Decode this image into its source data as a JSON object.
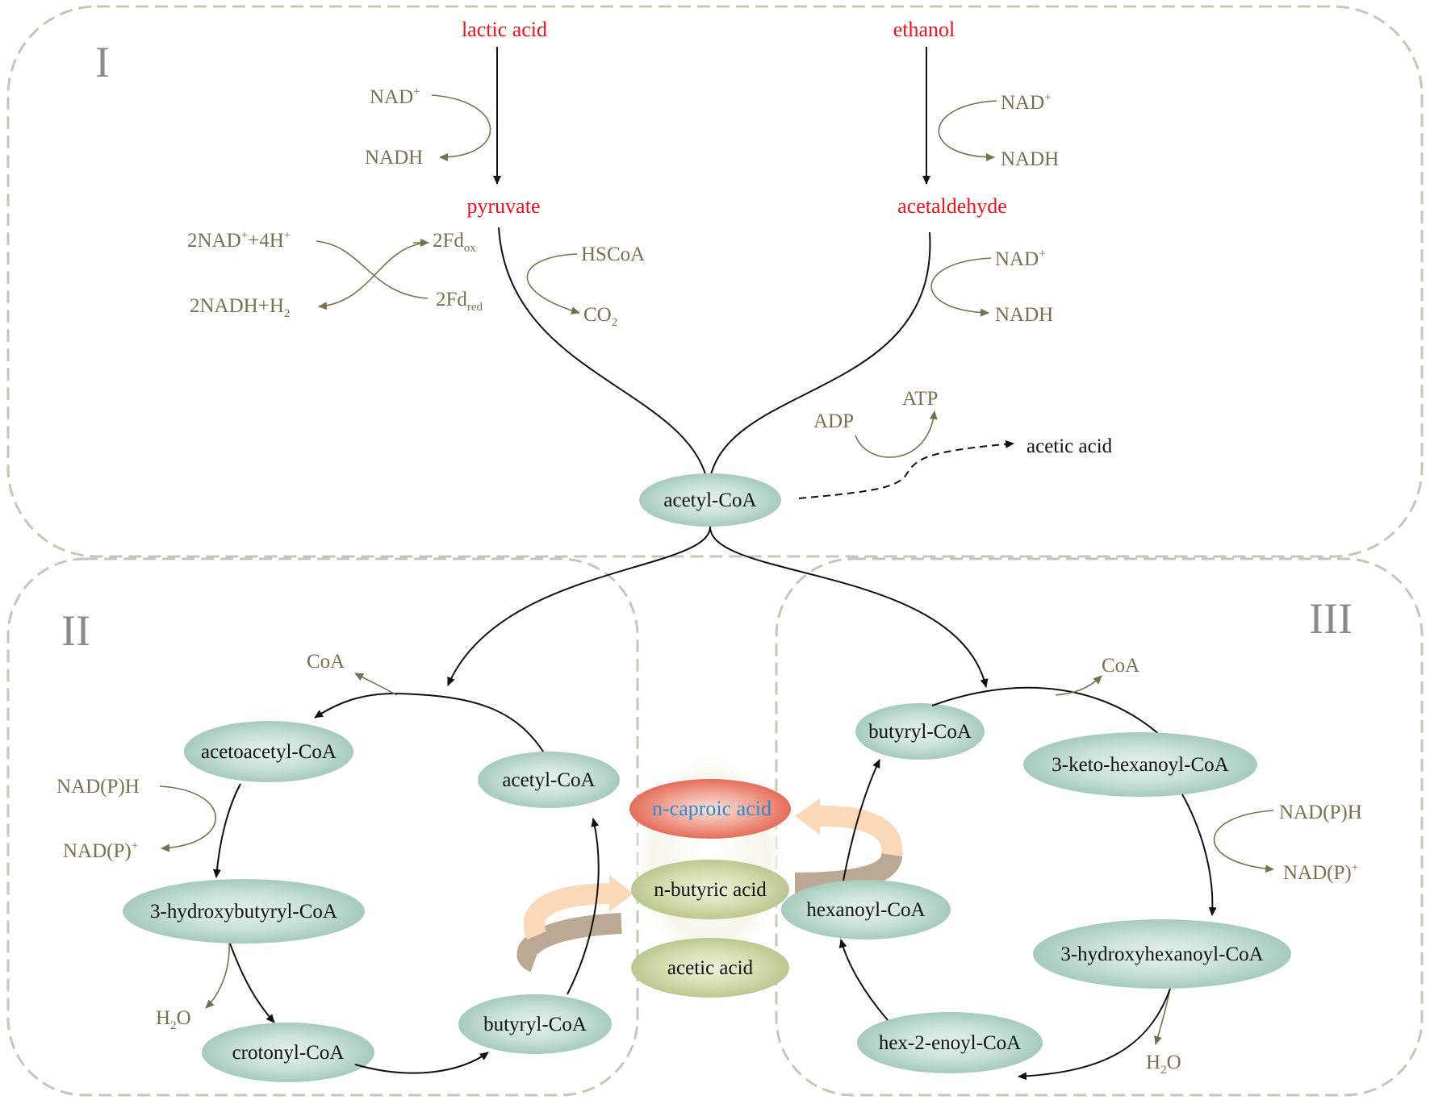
{
  "regions": {
    "one": "I",
    "two": "II",
    "three": "III"
  },
  "top": {
    "lactic_acid": "lactic acid",
    "ethanol": "ethanol",
    "pyruvate": "pyruvate",
    "acetaldehyde": "acetaldehyde",
    "nad_left": "NAD",
    "nad_left_sup": "+",
    "nadh_left": "NADH",
    "nad_right1": "NAD",
    "nad_right1_sup": "+",
    "nadh_right1": "NADH",
    "nad_right2": "NAD",
    "nad_right2_sup": "+",
    "nadh_right2": "NADH",
    "nad_4h_a": "2NAD",
    "nad_4h_sup1": "+",
    "nad_4h_b": "+4H",
    "nad_4h_sup2": "+",
    "nadh_h2": "2NADH+H",
    "nadh_h2_sub": "2",
    "fd_ox": "2Fd",
    "fd_ox_sub": "ox",
    "fd_red": "2Fd",
    "fd_red_sub": "red",
    "hscoa": "HSCoA",
    "co2": "CO",
    "co2_sub": "2",
    "adp": "ADP",
    "atp": "ATP",
    "acetic_acid": "acetic acid",
    "acetyl_coa": "acetyl-CoA"
  },
  "left_cycle": {
    "coa": "CoA",
    "acetoacetyl_coa": "acetoacetyl-CoA",
    "acetyl_coa": "acetyl-CoA",
    "nadph": "NAD(P)H",
    "nadp": "NAD(P)",
    "nadp_sup": "+",
    "hydroxybutyryl_coa": "3-hydroxybutyryl-CoA",
    "h2o": "H",
    "h2o_sub": "2",
    "h2o_o": "O",
    "crotonyl_coa": "crotonyl-CoA",
    "butyryl_coa": "butyryl-CoA"
  },
  "center": {
    "caproic": "n-caproic acid",
    "butyric": "n-butyric acid",
    "acetic": "acetic acid"
  },
  "right_cycle": {
    "butyryl_coa": "butyryl-CoA",
    "coa": "CoA",
    "keto_hexanoyl_coa": "3-keto-hexanoyl-CoA",
    "nadph": "NAD(P)H",
    "nadp": "NAD(P)",
    "nadp_sup": "+",
    "hexanoyl_coa": "hexanoyl-CoA",
    "hydroxyhexanoyl_coa": "3-hydroxyhexanoyl-CoA",
    "hex_enoyl_coa": "hex-2-enoyl-CoA",
    "h2o": "H",
    "h2o_sub": "2",
    "h2o_o": "O"
  },
  "colors": {
    "node_fill": "#b9d9cc",
    "caproic_fill": "#ec8b7c",
    "acid_fill": "#cdd7a4",
    "product_text": "#2a8bd1",
    "substrate_text": "#e8141b",
    "cofactor_text": "#77714f"
  }
}
